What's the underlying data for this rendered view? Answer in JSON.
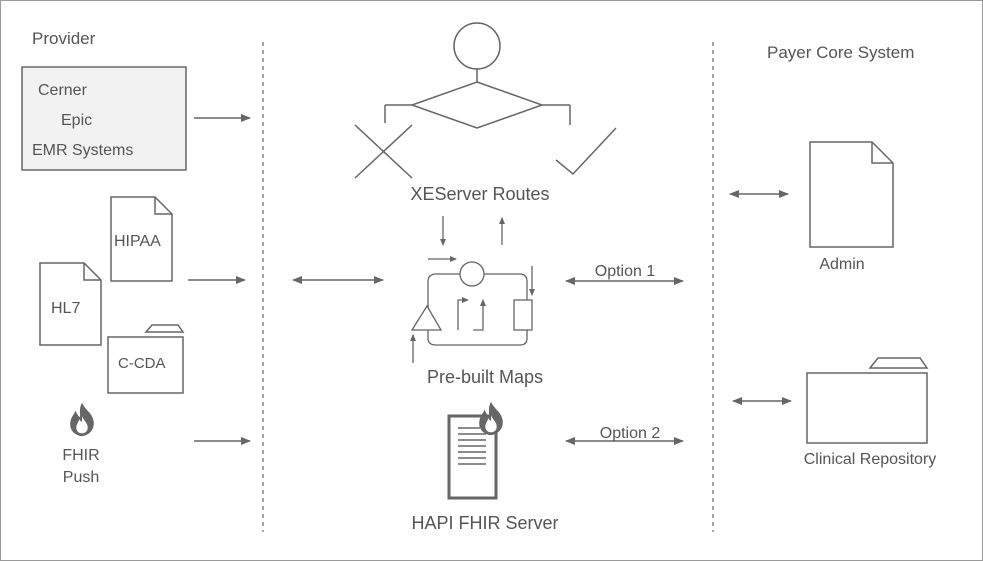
{
  "sections": {
    "provider": "Provider",
    "payer": "Payer Core System"
  },
  "emr_box": {
    "items": [
      "Cerner",
      "Epic",
      "EMR Systems"
    ]
  },
  "documents": {
    "hipaa": "HIPAA",
    "hl7": "HL7",
    "ccda": "C-CDA"
  },
  "fhir_push": {
    "line1": "FHIR",
    "line2": "Push"
  },
  "center": {
    "routes": "XEServer Routes",
    "maps": "Pre-built Maps",
    "server": "HAPI FHIR Server"
  },
  "options": {
    "option1": "Option 1",
    "option2": "Option 2"
  },
  "payer_items": {
    "admin": "Admin",
    "repository": "Clinical Repository"
  },
  "colors": {
    "stroke": "#666666",
    "text": "#555555",
    "box_fill": "#f2f2f2",
    "flame": "#666666"
  }
}
